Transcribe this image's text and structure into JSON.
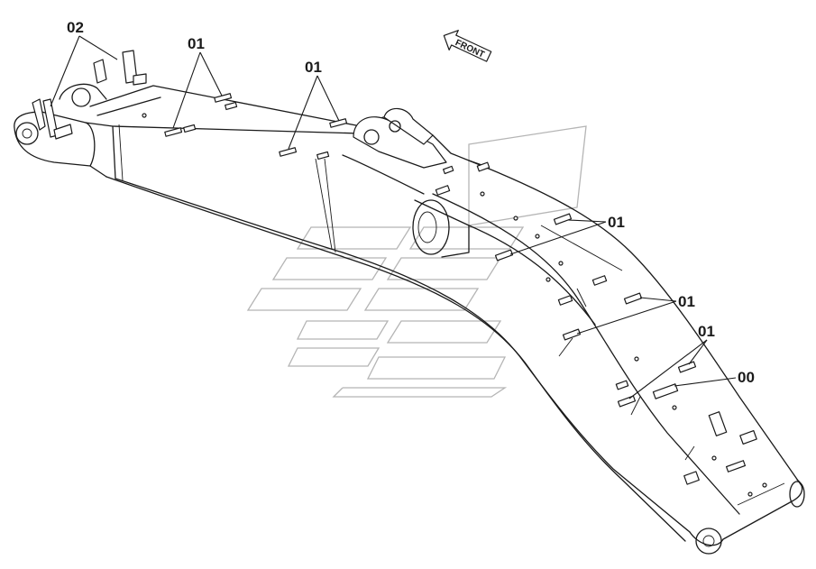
{
  "diagram": {
    "front_label": "FRONT",
    "callouts": [
      {
        "id": "02",
        "text": "02"
      },
      {
        "id": "01a",
        "text": "01"
      },
      {
        "id": "01b",
        "text": "01"
      },
      {
        "id": "01c",
        "text": "01"
      },
      {
        "id": "01d",
        "text": "01"
      },
      {
        "id": "01e",
        "text": "01"
      },
      {
        "id": "00",
        "text": "00"
      }
    ]
  }
}
